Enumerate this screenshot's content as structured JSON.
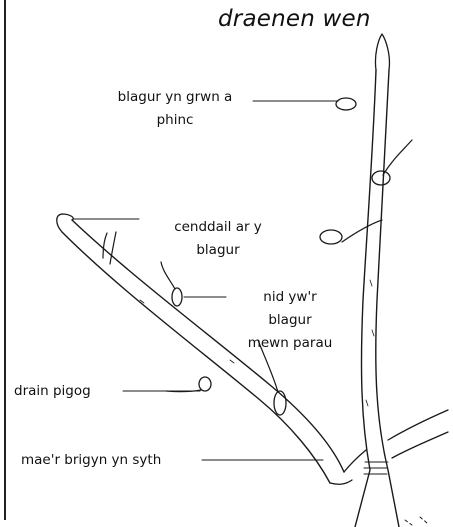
{
  "title": "draenen wen",
  "labels": {
    "pink_buds": [
      "blagur yn grwn a",
      "phinc"
    ],
    "leaves_on_bud": [
      "cenddail ar y",
      "blagur"
    ],
    "not_paired": [
      "nid yw'r",
      "blagur",
      "mewn parau"
    ],
    "spines": "drain pigog",
    "straight_twig": "mae'r brigyn yn syth"
  }
}
